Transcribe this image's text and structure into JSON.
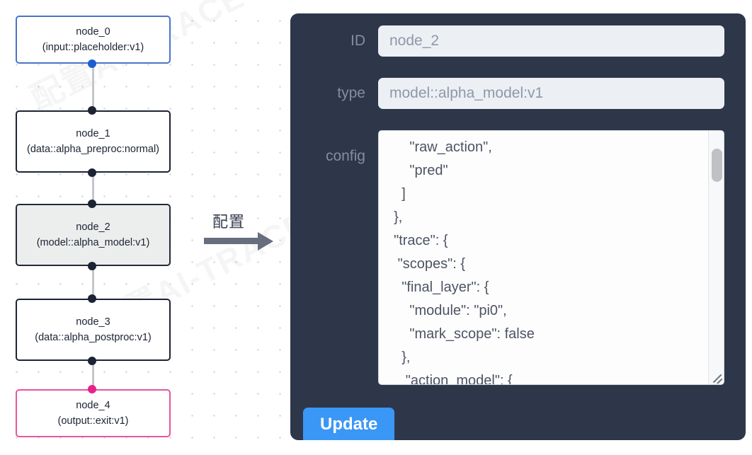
{
  "graph": {
    "nodes": [
      {
        "name": "node_0",
        "type": "(input::placeholder:v1)",
        "role": "input"
      },
      {
        "name": "node_1",
        "type": "(data::alpha_preproc:normal)",
        "role": "default"
      },
      {
        "name": "node_2",
        "type": "(model::alpha_model:v1)",
        "role": "selected"
      },
      {
        "name": "node_3",
        "type": "(data::alpha_postproc:v1)",
        "role": "default"
      },
      {
        "name": "node_4",
        "type": "(output::exit:v1)",
        "role": "output"
      }
    ],
    "colors": {
      "input_border": "#4a74c8",
      "output_border": "#e8559e",
      "selected_fill": "#eceded",
      "default_border": "#1c2333",
      "edge": "#c3c6cb",
      "port": "#1c2333",
      "port_blue": "#1a5fd0",
      "port_pink": "#e8228a"
    }
  },
  "transition": {
    "label": "配置",
    "arrow_color": "#676f7e"
  },
  "panel": {
    "background": "#2d3749",
    "fields": {
      "id": {
        "label": "ID",
        "value": "node_2"
      },
      "type": {
        "label": "type",
        "value": "model::alpha_model:v1"
      },
      "config": {
        "label": "config",
        "value": "      \"raw_action\",\n      \"pred\"\n    ]\n  },\n  \"trace\": {\n   \"scopes\": {\n    \"final_layer\": {\n      \"module\": \"pi0\",\n      \"mark_scope\": false\n    },\n     \"action_model\": {"
      }
    },
    "update_button": {
      "label": "Update",
      "color": "#3b97f5"
    }
  },
  "watermark": {
    "text": "配置AI-TRACE"
  }
}
